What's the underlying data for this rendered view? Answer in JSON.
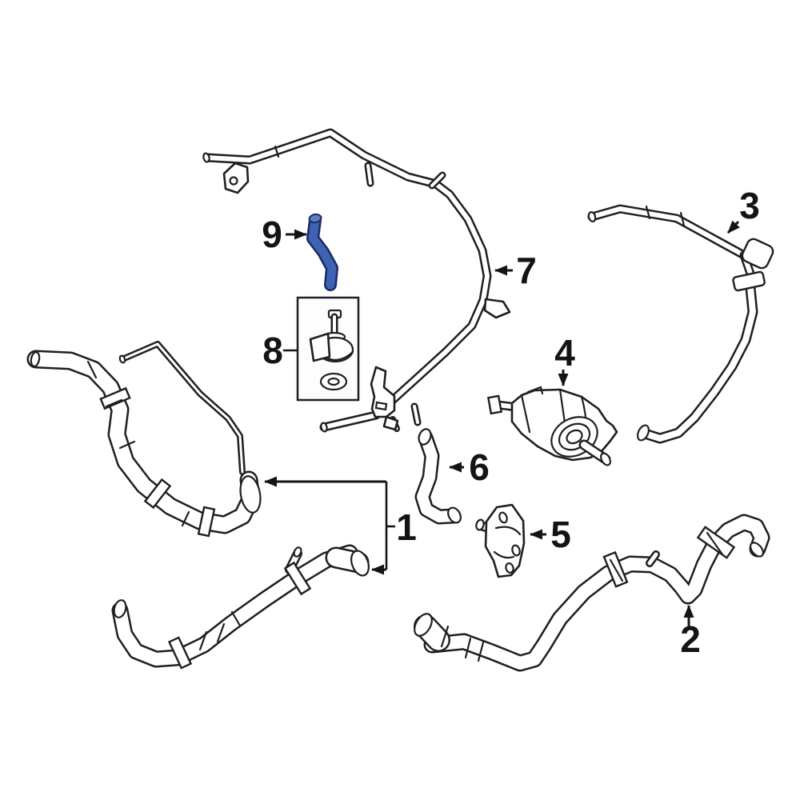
{
  "diagram": {
    "highlighted_part": "9",
    "colors": {
      "background": "#ffffff",
      "line": "#1f1f1f",
      "highlight_fill": "#3e63b5",
      "highlight_stroke": "#1c2a66"
    },
    "callouts": [
      {
        "label": "1"
      },
      {
        "label": "2"
      },
      {
        "label": "3"
      },
      {
        "label": "4"
      },
      {
        "label": "5"
      },
      {
        "label": "6"
      },
      {
        "label": "7"
      },
      {
        "label": "8"
      },
      {
        "label": "9"
      }
    ]
  }
}
